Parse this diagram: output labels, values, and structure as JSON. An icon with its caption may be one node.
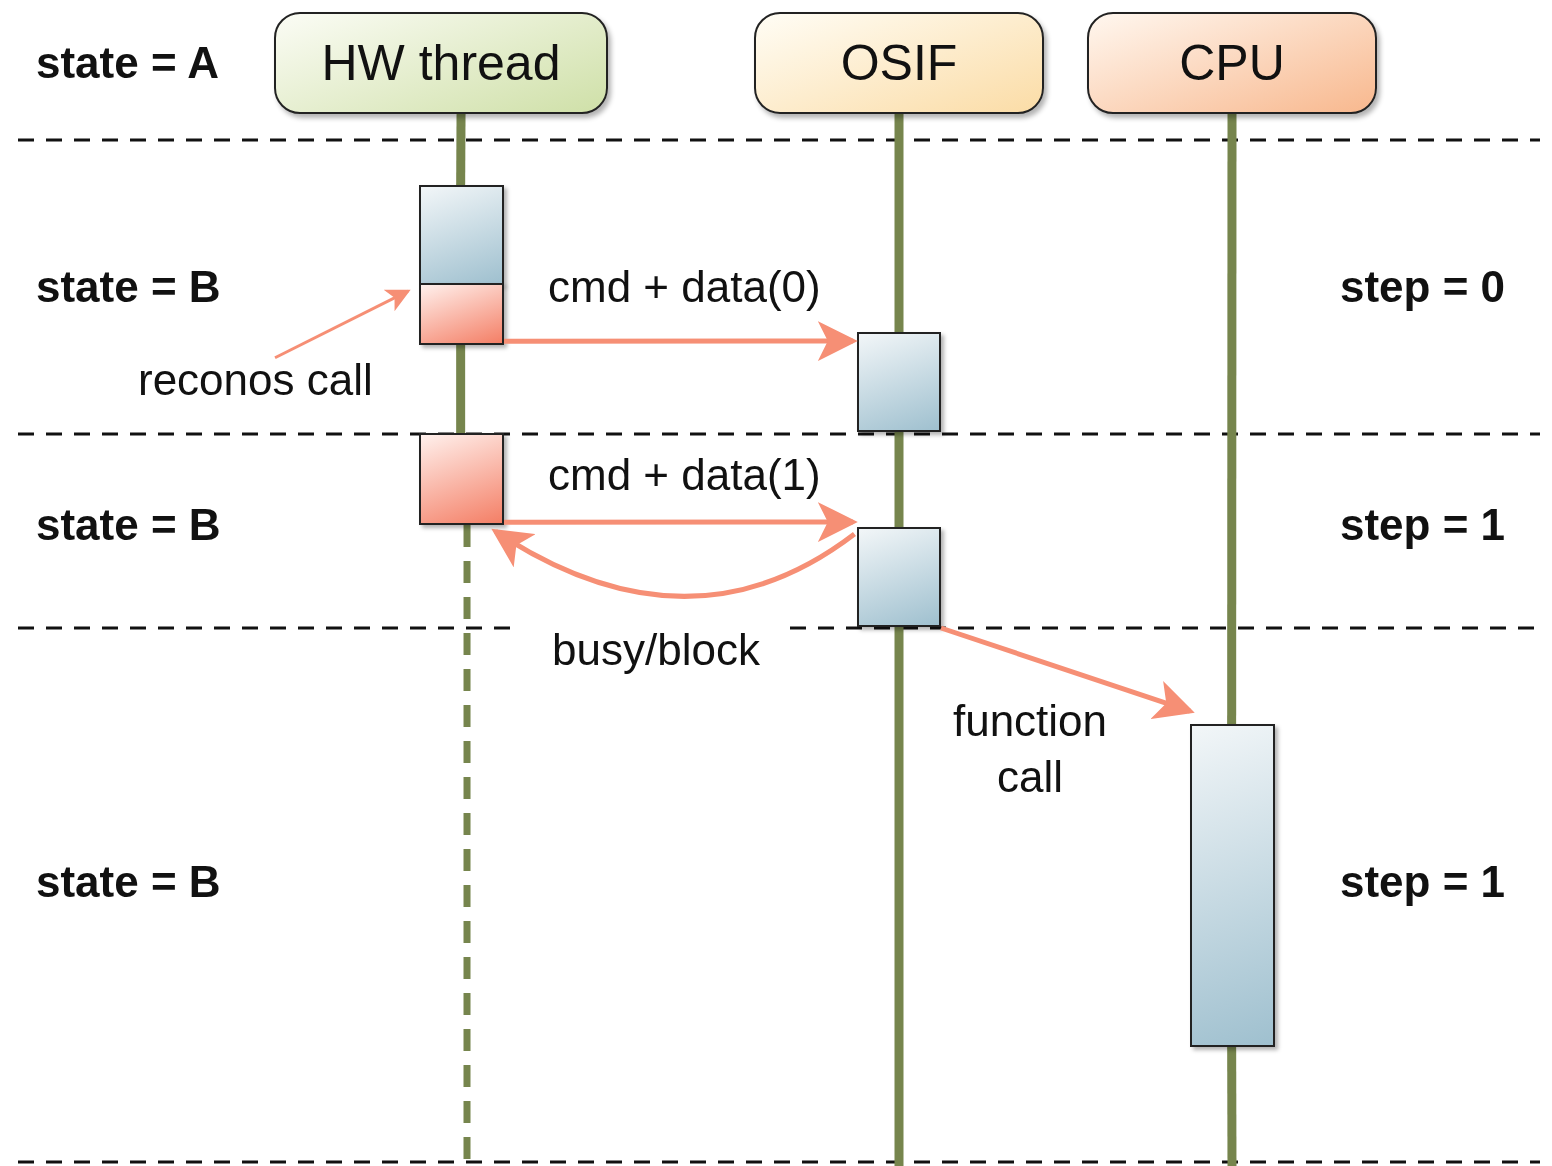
{
  "diagram": {
    "nodes": [
      {
        "text": [
          "HW thread"
        ]
      },
      {
        "text": [
          "OSIF"
        ]
      },
      {
        "text": [
          "CPU"
        ]
      },
      {
        "text": [],
        "shape": "box"
      },
      {
        "text": [],
        "shape": "box"
      },
      {
        "text": [],
        "shape": "box"
      },
      {
        "text": [],
        "shape": "box"
      },
      {
        "text": [],
        "shape": "box"
      },
      {
        "text": [],
        "shape": "box"
      },
      {
        "text": [
          "reconos call"
        ]
      }
    ],
    "edges": [
      {
        "from": 9,
        "to": 4,
        "arrow": "to",
        "color": "#f68f75"
      },
      {
        "from": 4,
        "to": 5,
        "arrow": "to",
        "label": "cmd + data(0)",
        "color": "#f68f75"
      },
      {
        "from": 6,
        "to": 7,
        "arrow": "to",
        "label": "cmd + data(1)",
        "color": "#f68f75"
      },
      {
        "from": 7,
        "to": 6,
        "arrow": "to",
        "label": "busy/block",
        "color": "#f68f75"
      },
      {
        "from": 7,
        "to": 8,
        "arrow": "to",
        "label": "function call",
        "color": "#f68f75"
      },
      {
        "from": 0,
        "to": 3,
        "arrow": "none"
      },
      {
        "from": 4,
        "to": 6,
        "arrow": "none"
      },
      {
        "from": 6,
        "to": null,
        "arrow": "none",
        "style": "dashed"
      },
      {
        "from": 1,
        "to": 5,
        "arrow": "none"
      },
      {
        "from": 5,
        "to": 7,
        "arrow": "none"
      },
      {
        "from": 7,
        "to": null,
        "arrow": "none"
      },
      {
        "from": 2,
        "to": 8,
        "arrow": "none"
      },
      {
        "from": 8,
        "to": null,
        "arrow": "none"
      }
    ],
    "labels": [
      "state = A",
      "state = B",
      "step = 0",
      "state = B",
      "step = 1",
      "state = B",
      "step = 1"
    ]
  }
}
